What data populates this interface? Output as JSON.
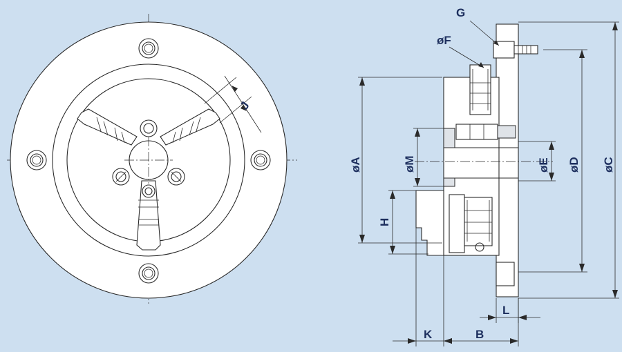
{
  "labels": {
    "G": "G",
    "F": "øF",
    "J": "J",
    "A": "øA",
    "M": "øM",
    "E": "øE",
    "D": "øD",
    "C": "øC",
    "H": "H",
    "L": "L",
    "K": "K",
    "B": "B"
  },
  "colors": {
    "background": "#cddff0",
    "line": "#2a2a2a",
    "label": "#1d2f5e"
  }
}
